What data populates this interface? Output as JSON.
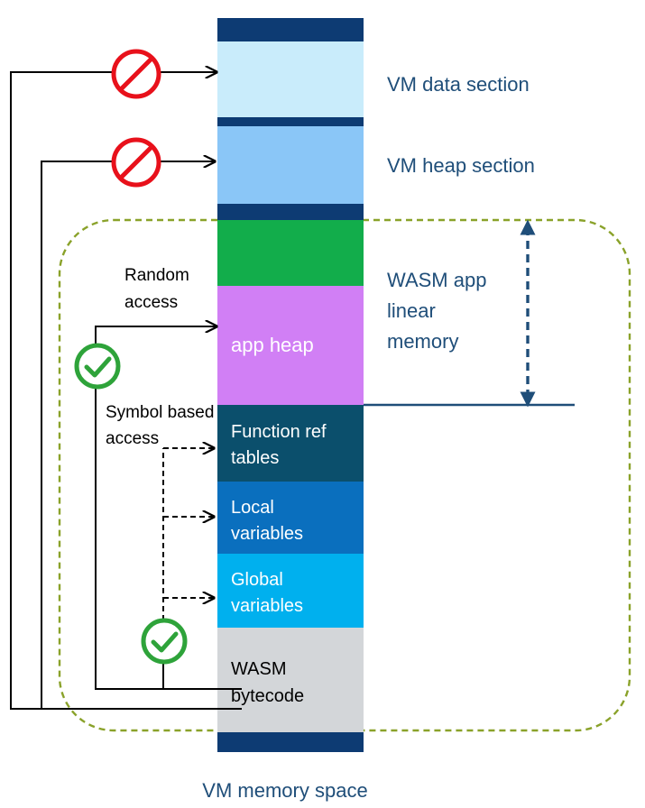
{
  "labels": {
    "vm_data_section": "VM data section",
    "vm_heap_section": "VM heap section",
    "wasm_linear_memory": [
      "WASM app",
      "linear",
      "memory"
    ],
    "random_access": [
      "Random",
      "access"
    ],
    "symbol_access": [
      "Symbol based",
      "access"
    ],
    "app_heap": "app heap",
    "function_ref_tables": [
      "Function ref",
      "tables"
    ],
    "local_variables": [
      "Local",
      "variables"
    ],
    "global_variables": [
      "Global",
      "variables"
    ],
    "wasm_bytecode": [
      "WASM",
      "bytecode"
    ],
    "caption": "VM memory space"
  },
  "colors": {
    "dark_navy": "#0d3b73",
    "vm_data": "#c9ecfb",
    "vm_heap": "#8ac6f7",
    "green_block": "#12ad4b",
    "app_heap": "#d17ff5",
    "func_ref": "#0b4f6c",
    "local_vars": "#0a6fbe",
    "global_vars": "#00b0ee",
    "bytecode": "#d3d6d9",
    "label_blue": "#1f4e79",
    "dashed_outline": "#8aa22a",
    "deny_red": "#e8111b",
    "ok_green": "#2ea33a"
  },
  "icons": {
    "deny": "prohibited-icon",
    "allow": "checkmark-circle-icon"
  }
}
